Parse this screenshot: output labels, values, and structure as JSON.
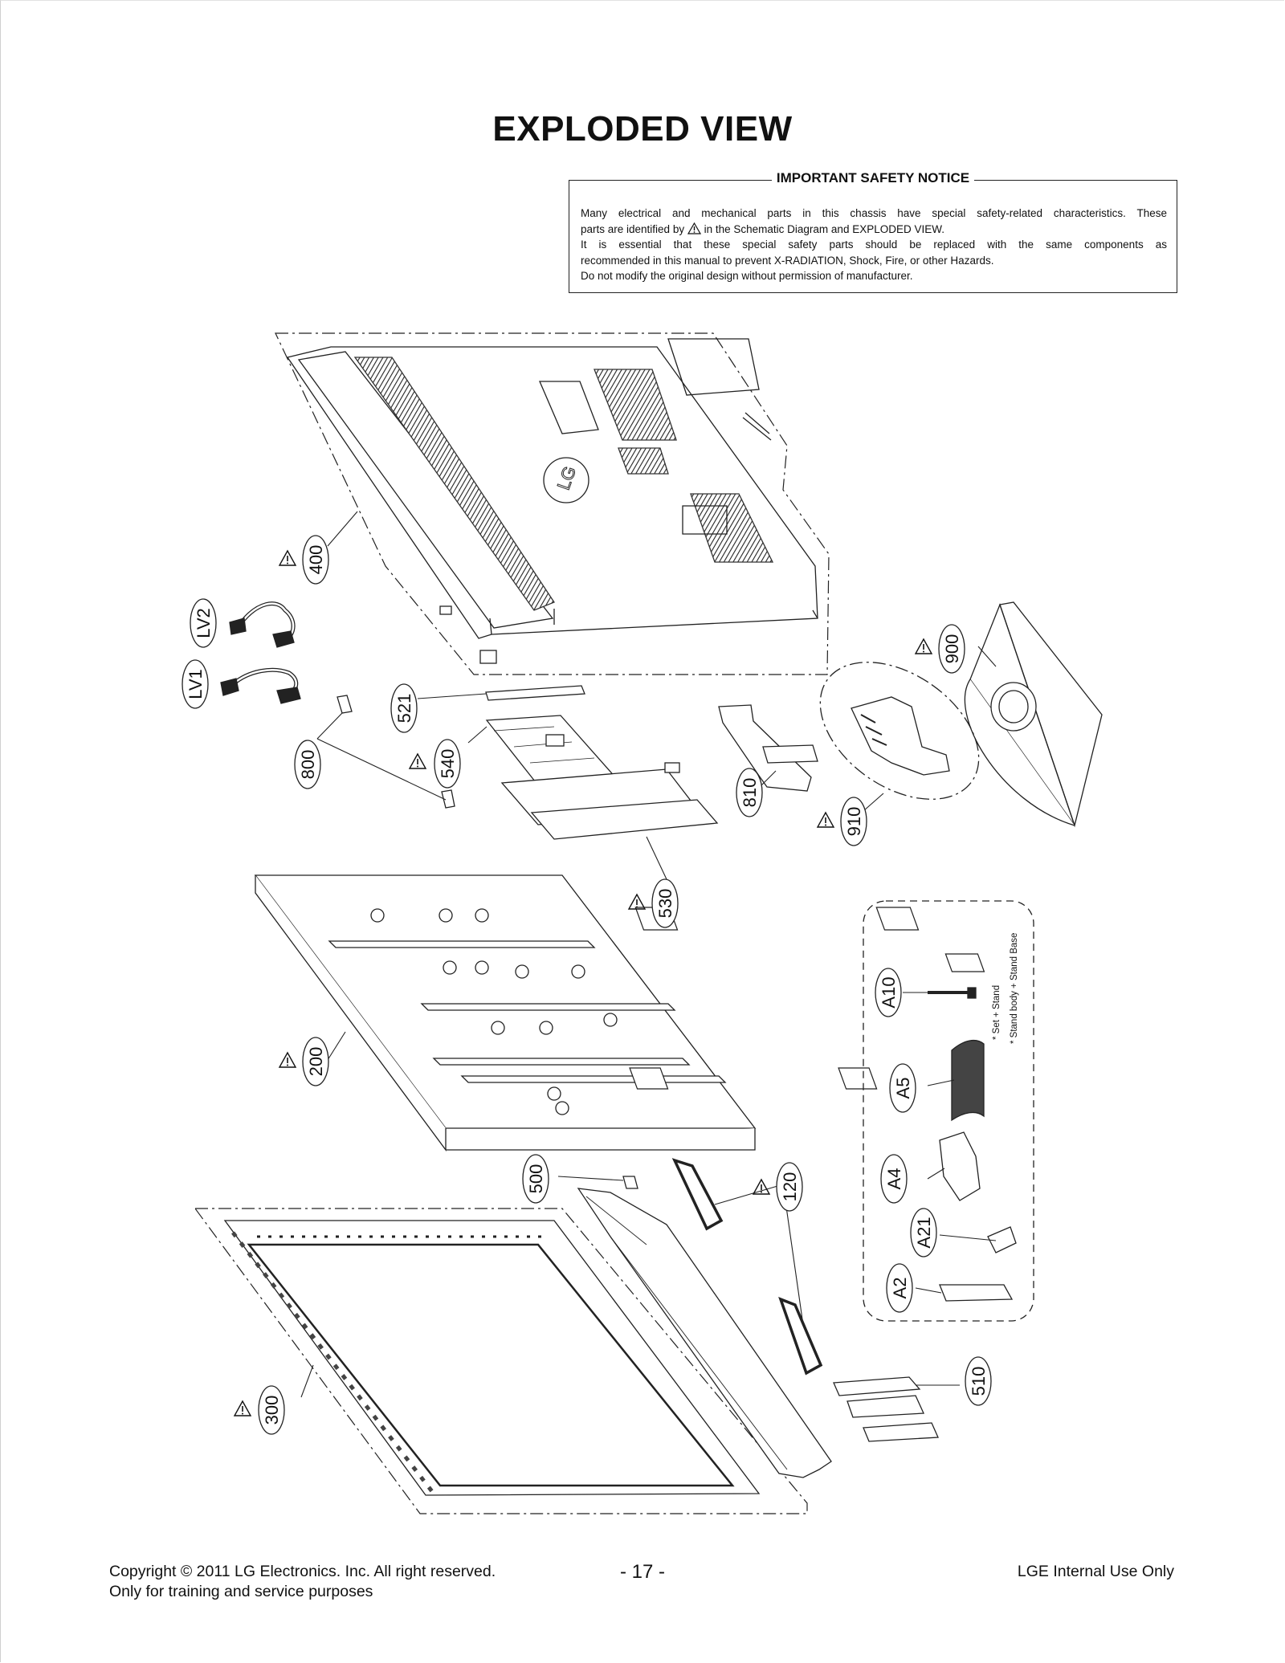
{
  "title": "EXPLODED VIEW",
  "notice": {
    "heading": "IMPORTANT SAFETY NOTICE",
    "line1": "Many electrical and mechanical parts in this chassis have special safety-related characteristics. These",
    "line2a": "parts are identified by",
    "line2b": "in the Schematic Diagram and EXPLODED VIEW.",
    "line3": "It is essential that these special safety parts should be replaced with the same components as",
    "line4": "recommended in this manual to prevent X-RADIATION, Shock, Fire, or other Hazards.",
    "line5": "Do not modify the original design without permission of manufacturer."
  },
  "parts": {
    "p400": "400",
    "lv2": "LV2",
    "lv1": "LV1",
    "p521": "521",
    "p540": "540",
    "p800": "800",
    "p530": "530",
    "p810": "810",
    "p910": "910",
    "p900": "900",
    "p200": "200",
    "p500": "500",
    "p120": "120",
    "p300": "300",
    "p510": "510",
    "a10": "A10",
    "a5": "A5",
    "a4": "A4",
    "a21": "A21",
    "a2": "A2"
  },
  "stand_notes": {
    "note1": "* Set + Stand",
    "note2": "* Stand body + Stand Base"
  },
  "footer": {
    "copyright": "Copyright  © 2011  LG Electronics. Inc. All right reserved.",
    "purpose": "Only for training and service purposes",
    "page": "- 17 -",
    "internal": "LGE Internal Use Only"
  },
  "colors": {
    "line": "#222222",
    "dark_panel": "#3a3a3a"
  },
  "icons": {
    "warning": "warning-triangle-icon"
  }
}
